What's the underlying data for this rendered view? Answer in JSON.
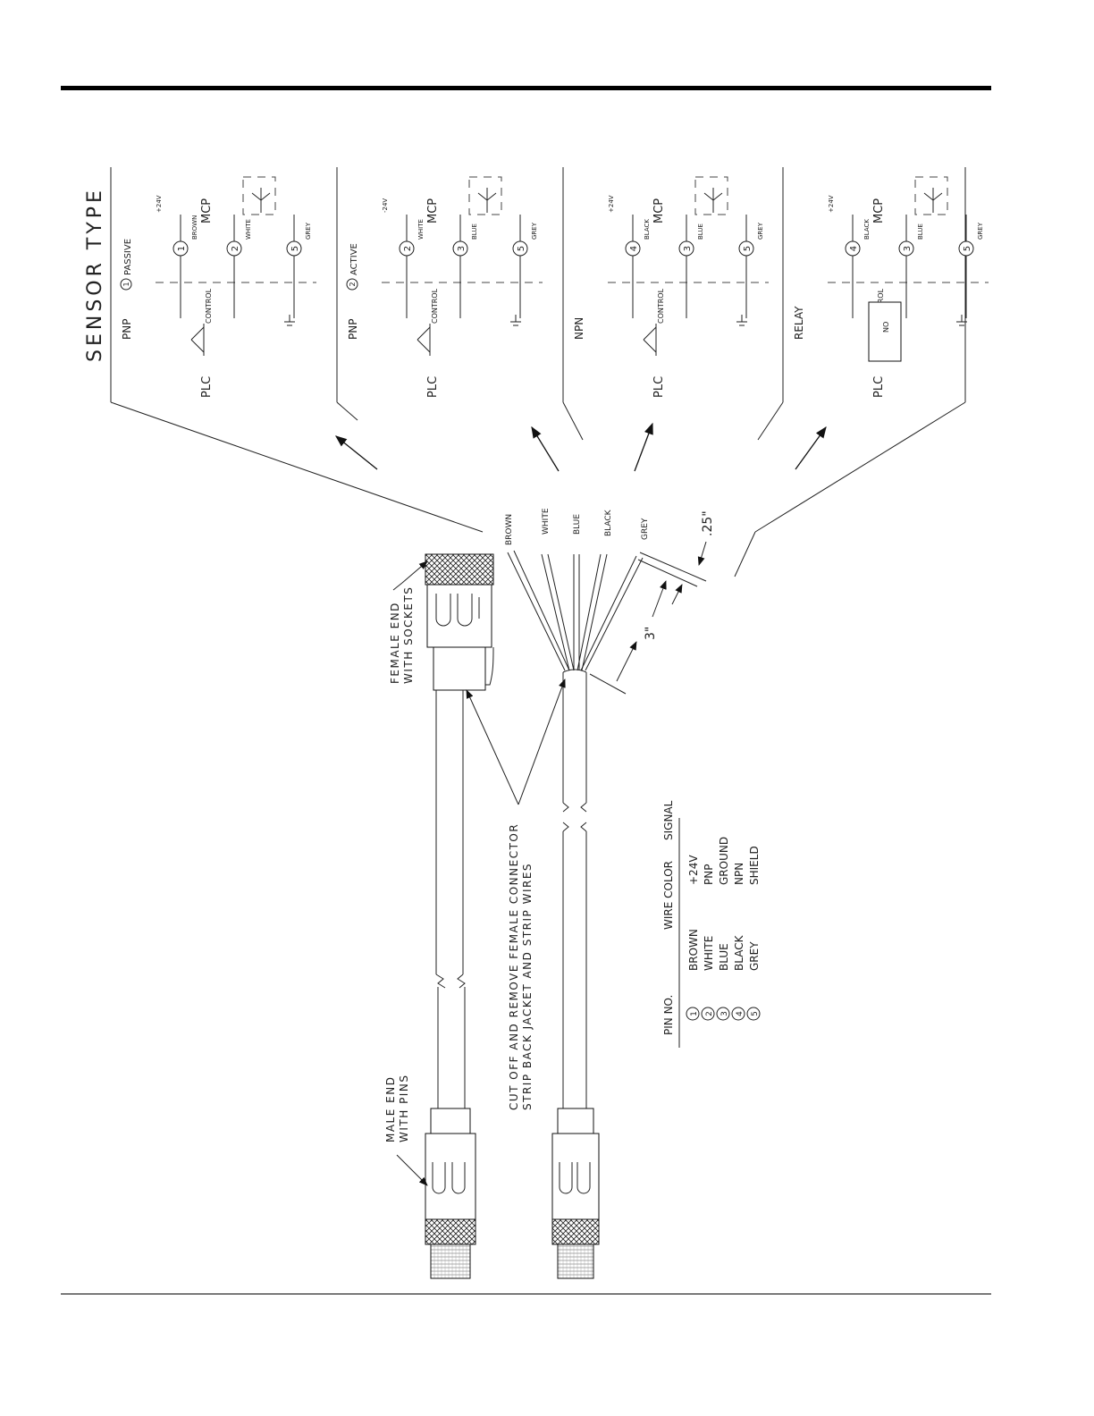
{
  "title": "SENSOR TYPE",
  "panels": [
    {
      "header": "PNP",
      "header_num": "1",
      "header_mode": "PASSIVE",
      "left": "PLC",
      "right": "MCP",
      "control": "CONTROL",
      "supply": "+24V",
      "pins": [
        {
          "n": "1",
          "wire": "BROWN"
        },
        {
          "n": "2",
          "wire": "WHITE"
        },
        {
          "n": "5",
          "wire": "GREY"
        }
      ]
    },
    {
      "header": "PNP",
      "header_num": "2",
      "header_mode": "ACTIVE",
      "left": "PLC",
      "right": "MCP",
      "control": "CONTROL",
      "supply": "-24V",
      "pins": [
        {
          "n": "2",
          "wire": "WHITE"
        },
        {
          "n": "3",
          "wire": "BLUE"
        },
        {
          "n": "5",
          "wire": "GREY"
        }
      ]
    },
    {
      "header": "NPN",
      "left": "PLC",
      "right": "MCP",
      "control": "CONTROL",
      "supply": "+24V",
      "pins": [
        {
          "n": "4",
          "wire": "BLACK"
        },
        {
          "n": "3",
          "wire": "BLUE"
        },
        {
          "n": "5",
          "wire": "GREY"
        }
      ]
    },
    {
      "header": "RELAY",
      "left": "PLC",
      "right": "MCP",
      "control": "CONTROL",
      "contact": "NO",
      "supply": "+24V",
      "pins": [
        {
          "n": "4",
          "wire": "BLACK"
        },
        {
          "n": "3",
          "wire": "BLUE"
        },
        {
          "n": "5",
          "wire": "GREY"
        }
      ]
    }
  ],
  "wires": [
    "BROWN",
    "WHITE",
    "BLUE",
    "BLACK",
    "GREY"
  ],
  "dimensions": {
    "length": "3\"",
    "strip": ".25\""
  },
  "callouts": {
    "female_line1": "FEMALE END",
    "female_line2": "WITH SOCKETS",
    "male_line1": "MALE END",
    "male_line2": "WITH PINS",
    "cut_line1": "CUT OFF AND REMOVE FEMALE CONNECTOR",
    "cut_line2": "STRIP BACK JACKET AND STRIP WIRES"
  },
  "pin_table": {
    "headers": [
      "PIN NO.",
      "WIRE COLOR",
      "SIGNAL"
    ],
    "rows": [
      {
        "pin": "1",
        "color": "BROWN",
        "signal": "+24V"
      },
      {
        "pin": "2",
        "color": "WHITE",
        "signal": "PNP"
      },
      {
        "pin": "3",
        "color": "BLUE",
        "signal": "GROUND"
      },
      {
        "pin": "4",
        "color": "BLACK",
        "signal": "NPN"
      },
      {
        "pin": "5",
        "color": "GREY",
        "signal": "SHIELD"
      }
    ]
  }
}
